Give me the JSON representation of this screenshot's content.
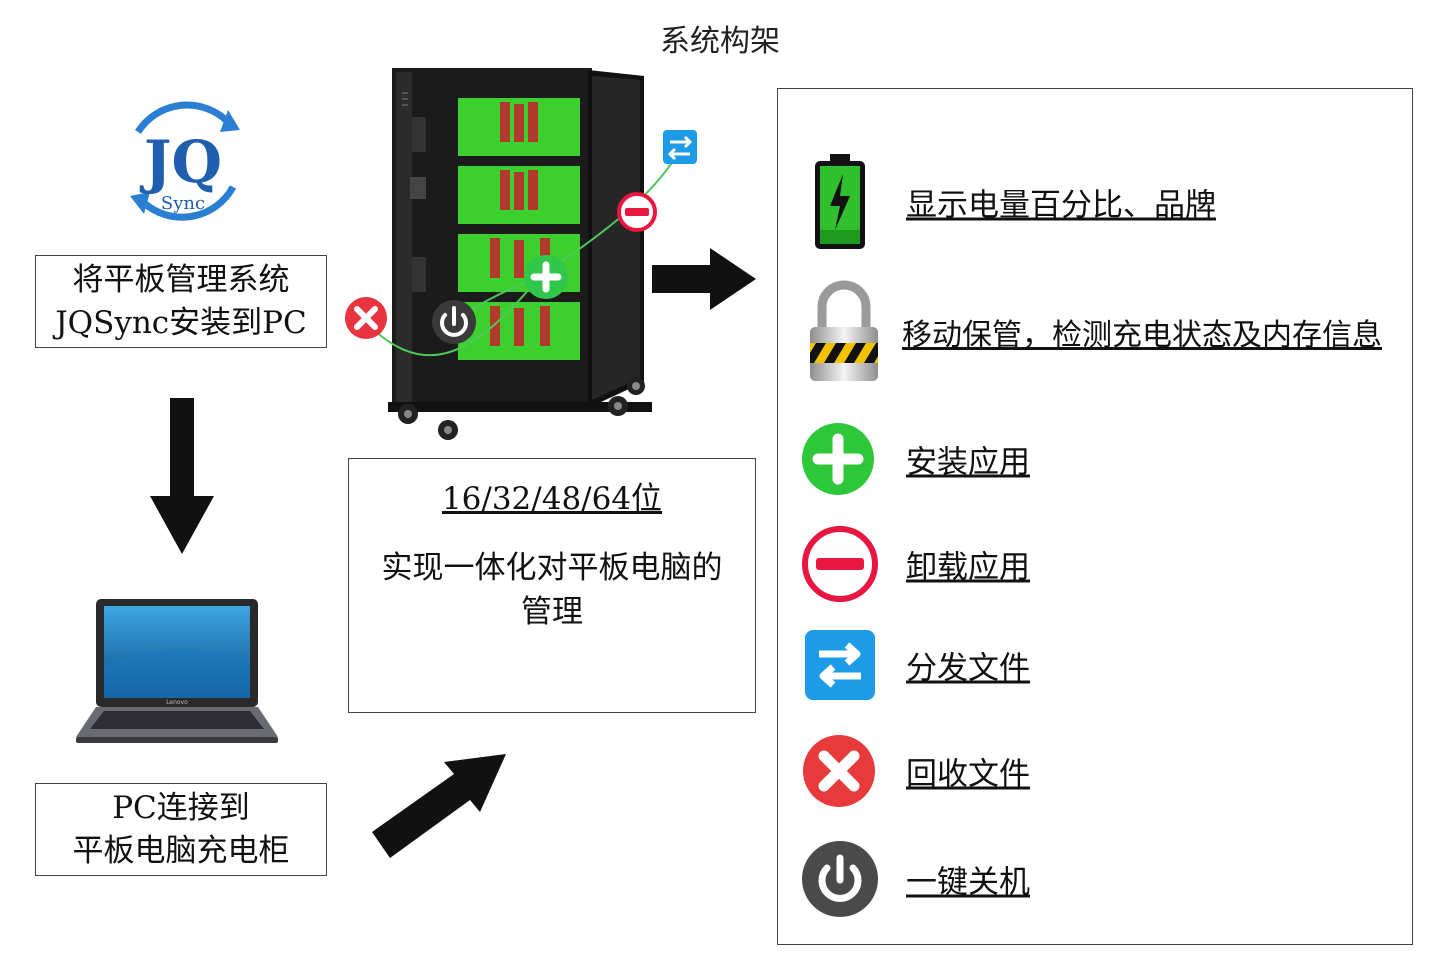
{
  "title": "系统构架",
  "logo": {
    "monogram": "JQ",
    "wordmark": "Sync"
  },
  "install_box": {
    "line1": "将平板管理系统",
    "line2_latin": "JQSync",
    "line2_cn": "安装到",
    "line2_end": "PC"
  },
  "connect_box": {
    "line1_latin": "PC",
    "line1_cn": "连接到",
    "line2": "平板电脑充电柜"
  },
  "center_box": {
    "capacity": "16/32/48/64位",
    "line1": "实现一体化对平板电脑的",
    "line2": "管理"
  },
  "laptop": {
    "brand": "Lenovo"
  },
  "features": [
    {
      "icon": "battery-icon",
      "label": "显示电量百分比、品牌",
      "color": "#2fbf2f"
    },
    {
      "icon": "padlock-icon",
      "label": "移动保管，检测充电状态及内存信息",
      "color": "#f2c200"
    },
    {
      "icon": "plus-circle-icon",
      "label": "安装应用",
      "color": "#2fc73a"
    },
    {
      "icon": "minus-circle-icon",
      "label": "卸载应用",
      "color": "#e8173f"
    },
    {
      "icon": "transfer-icon",
      "label": "分发文件",
      "color": "#1e9be6"
    },
    {
      "icon": "x-circle-icon",
      "label": "回收文件",
      "color": "#e83a3a"
    },
    {
      "icon": "power-icon",
      "label": "一键关机",
      "color": "#4a4a4a"
    }
  ]
}
